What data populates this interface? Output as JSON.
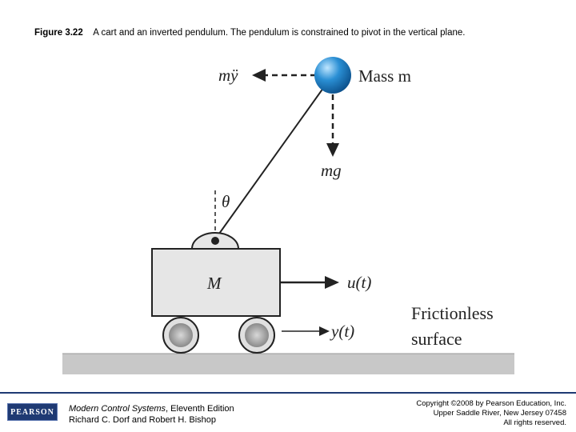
{
  "caption": {
    "figure_label": "Figure 3.22",
    "text": "A cart and an inverted pendulum. The pendulum is constrained to pivot in the vertical plane."
  },
  "diagram": {
    "mass_label": "Mass m",
    "inertial_force_label": "mÿ",
    "gravity_label": "mg",
    "angle_label": "θ",
    "cart_label": "M",
    "input_force_label": "u(t)",
    "position_label": "y(t)",
    "surface_line1": "Frictionless",
    "surface_line2": "surface",
    "colors": {
      "ball": "#2a8fd4",
      "cart_fill": "#e6e6e6",
      "ground": "#c8c8c8",
      "wheel": "#808080"
    }
  },
  "footer": {
    "logo": "PEARSON",
    "book_title": "Modern Control Systems",
    "book_edition": ", Eleventh Edition",
    "authors": "Richard C. Dorf and Robert H. Bishop",
    "copyright_line1": "Copyright ©2008 by Pearson Education, Inc.",
    "copyright_line2": "Upper Saddle River, New Jersey 07458",
    "copyright_line3": "All rights reserved."
  }
}
